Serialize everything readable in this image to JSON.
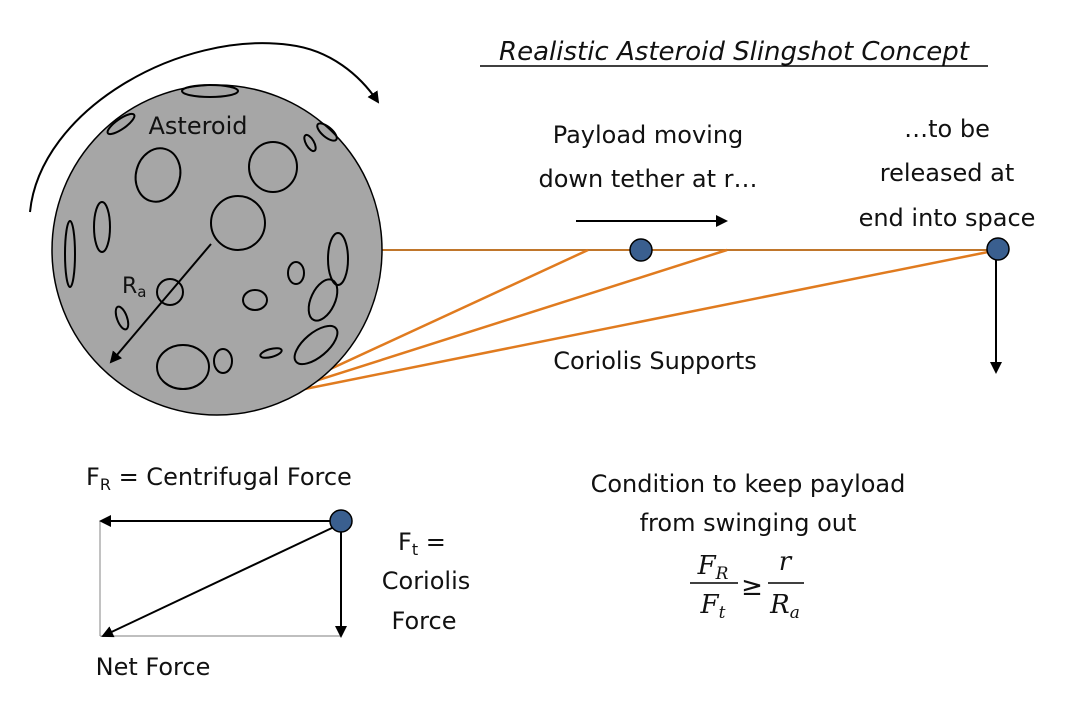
{
  "title": "Realistic Asteroid Slingshot Concept",
  "labels": {
    "asteroid": "Asteroid",
    "radius_main": "R",
    "radius_sub": "a",
    "payload_line1": "Payload moving",
    "payload_line2": "down tether at r…",
    "release_line1": "…to be",
    "release_line2": "released at",
    "release_line3": "end into space",
    "coriolis_supports": "Coriolis Supports"
  },
  "forces": {
    "fr_main": "F",
    "fr_sub": "R",
    "fr_rest": " = Centrifugal Force",
    "ft_main": "F",
    "ft_sub": "t",
    "ft_eq": " =",
    "ft_line2": "Coriolis",
    "ft_line3": "Force",
    "net": "Net Force"
  },
  "condition": {
    "line1": "Condition to keep payload",
    "line2": "from swinging out",
    "num_left_main": "F",
    "num_left_sub": "R",
    "den_left_main": "F",
    "den_left_sub": "t",
    "relation": "≥",
    "num_right": "r",
    "den_right_main": "R",
    "den_right_sub": "a"
  },
  "colors": {
    "asteroid_fill": "#a6a6a6",
    "tether": "#c0762b",
    "supports": "#e07b1f",
    "payload": "#3a5f8f"
  }
}
